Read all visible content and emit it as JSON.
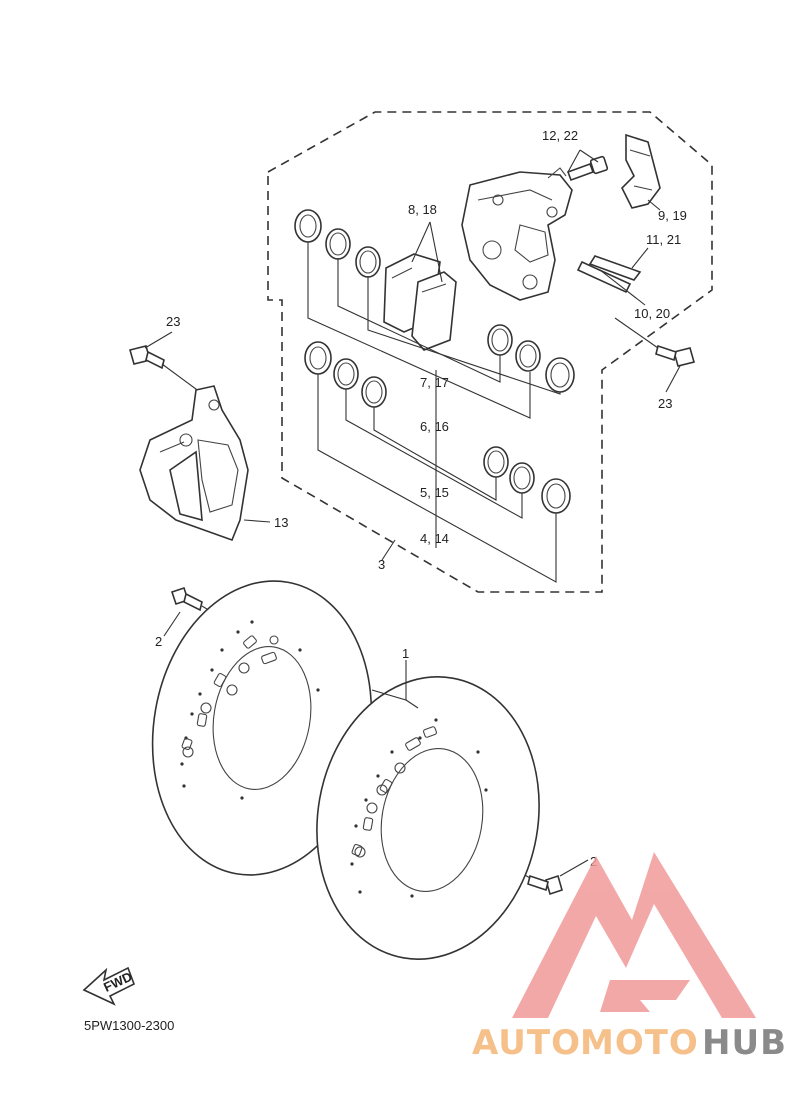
{
  "labels": {
    "l1": "1",
    "l2a": "2",
    "l2b": "2",
    "l3": "3",
    "l4_14": "4, 14",
    "l5_15": "5, 15",
    "l6_16": "6, 16",
    "l7_17": "7, 17",
    "l8_18": "8, 18",
    "l9_19": "9, 19",
    "l10_20": "10, 20",
    "l11_21": "11, 21",
    "l12_22": "12, 22",
    "l13": "13",
    "l23a": "23",
    "l23b": "23"
  },
  "fwd_label": "FWD",
  "diagram_code": "5PW1300-2300",
  "watermark": {
    "part1": "AUTO",
    "part2": "MOTO",
    "part3": "HUB",
    "color_logo": "#f29a9a",
    "color_text_orange": "#f6c08a",
    "color_text_gray": "#8a8a8a"
  }
}
